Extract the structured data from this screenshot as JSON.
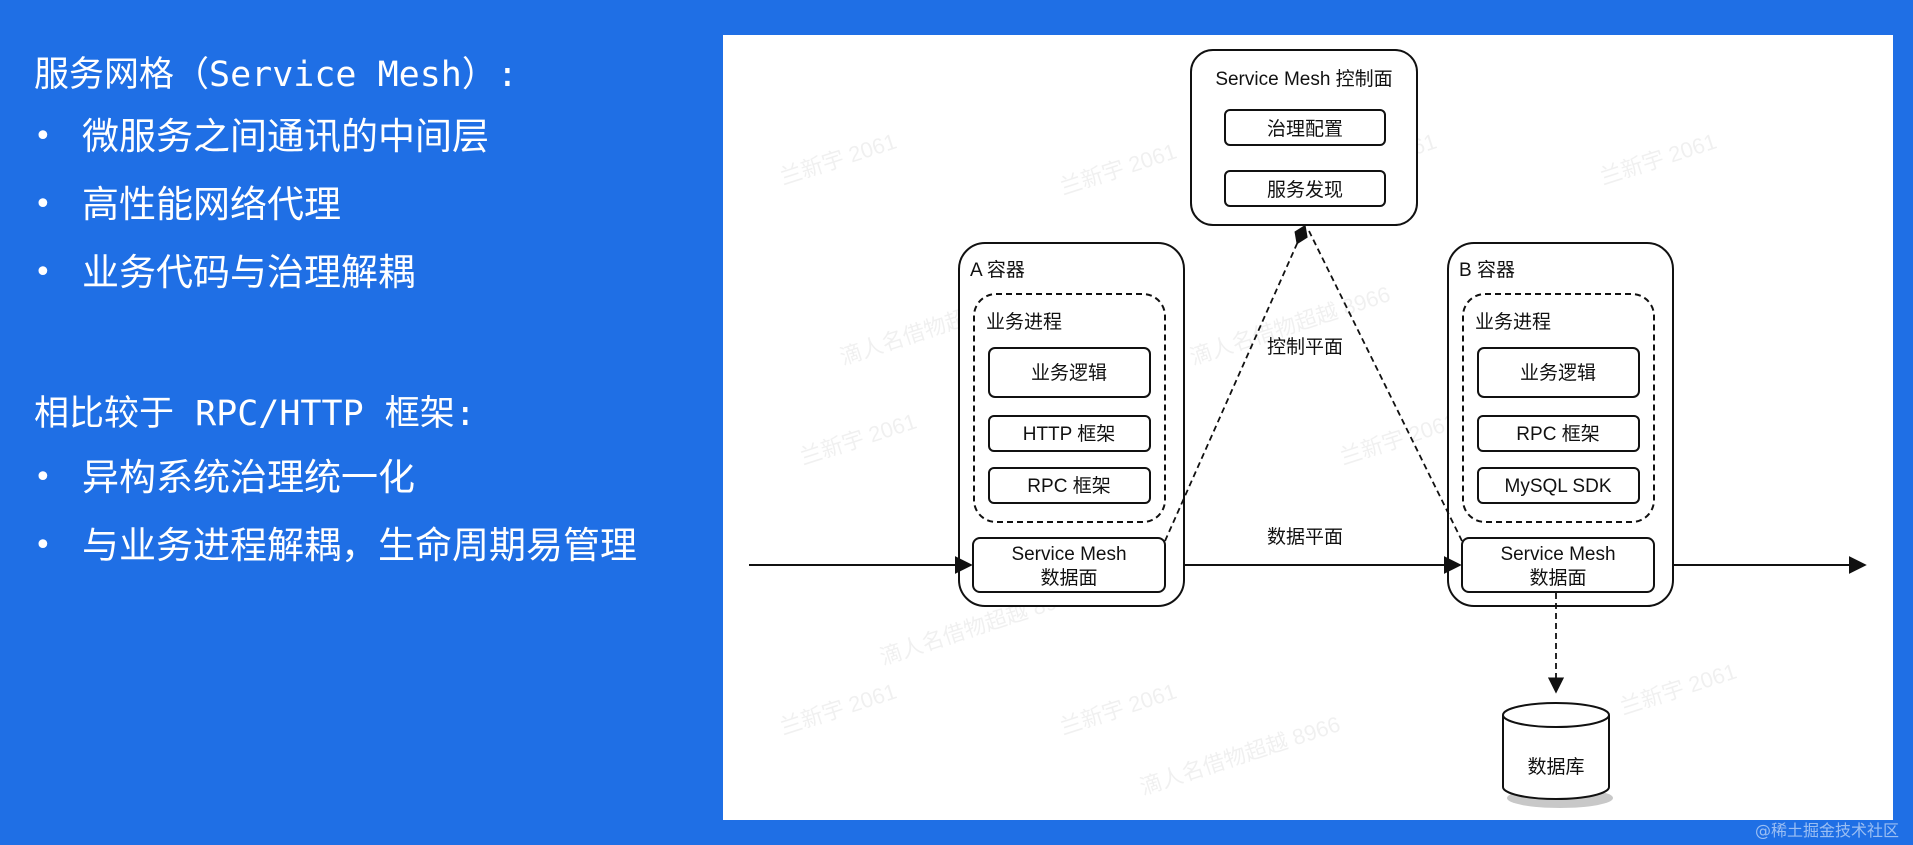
{
  "left": {
    "section1": {
      "heading": "服务网格（Service Mesh）:",
      "bullets": [
        "微服务之间通讯的中间层",
        "高性能网络代理",
        "业务代码与治理解耦"
      ]
    },
    "section2": {
      "heading": "相比较于 RPC/HTTP 框架:",
      "bullets": [
        "异构系统治理统一化",
        "与业务进程解耦，生命周期易管理"
      ]
    },
    "bullet_symbol": "•"
  },
  "diagram": {
    "control_plane": {
      "title": "Service Mesh 控制面",
      "items": [
        "治理配置",
        "服务发现"
      ]
    },
    "container_a": {
      "title": "A 容器",
      "process_title": "业务进程",
      "components": [
        "业务逻辑",
        "HTTP 框架",
        "RPC 框架"
      ],
      "data_plane": [
        "Service Mesh",
        "数据面"
      ]
    },
    "container_b": {
      "title": "B 容器",
      "process_title": "业务进程",
      "components": [
        "业务逻辑",
        "RPC 框架",
        "MySQL SDK"
      ],
      "data_plane": [
        "Service Mesh",
        "数据面"
      ]
    },
    "control_plane_label": "控制平面",
    "data_plane_label": "数据平面",
    "database_label": "数据库"
  },
  "watermarks": [
    "兰新宇 2061",
    "滴人名借物超越 8966"
  ],
  "footer_credit": "@稀土掘金技术社区",
  "colors": {
    "background": "#1F6FE5",
    "text": "#FFFFFF",
    "diagram_bg": "#FFFFFF",
    "stroke": "#111111"
  }
}
